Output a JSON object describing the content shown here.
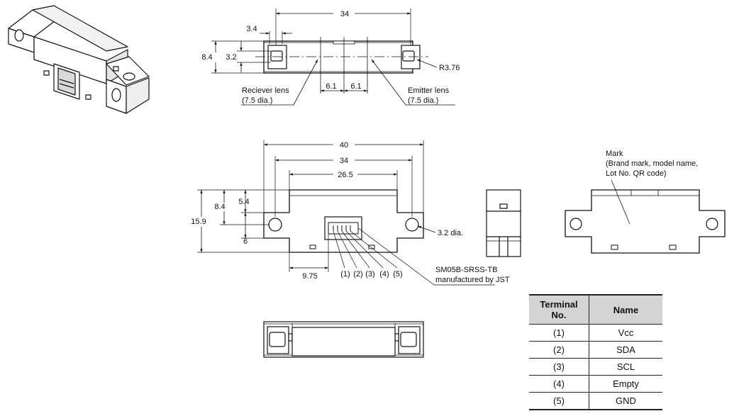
{
  "top_view": {
    "dim_34": "34",
    "dim_3_4": "3.4",
    "dim_8_4": "8.4",
    "dim_3_2": "3.2",
    "dim_r3_76": "R3.76",
    "dim_6_1_left": "6.1",
    "dim_6_1_right": "6.1",
    "receiver_label": "Reciever lens",
    "receiver_sub": "(7.5 dia.)",
    "emitter_label": "Emitter lens",
    "emitter_sub": "(7.5 dia.)"
  },
  "front_view": {
    "dim_40": "40",
    "dim_34": "34",
    "dim_26_5": "26.5",
    "dim_5_4": "5.4",
    "dim_8_4": "8.4",
    "dim_15_9": "15.9",
    "dim_6": "6",
    "dim_9_75": "9.75",
    "dim_3_2_dia": "3.2 dia.",
    "pin_labels": [
      "(1)",
      "(2)",
      "(3)",
      "(4)",
      "(5)"
    ],
    "connector_line1": "SM05B-SRSS-TB",
    "connector_line2": "manufactured by JST"
  },
  "back_view": {
    "mark_line1": "Mark",
    "mark_line2": "(Brand mark, model name,",
    "mark_line3": "Lot No. QR code)"
  },
  "terminal_table": {
    "header_no_line1": "Terminal",
    "header_no_line2": "No.",
    "header_name": "Name",
    "rows": [
      {
        "no": "(1)",
        "name": "Vcc"
      },
      {
        "no": "(2)",
        "name": "SDA"
      },
      {
        "no": "(3)",
        "name": "SCL"
      },
      {
        "no": "(4)",
        "name": "Empty"
      },
      {
        "no": "(5)",
        "name": "GND"
      }
    ]
  }
}
